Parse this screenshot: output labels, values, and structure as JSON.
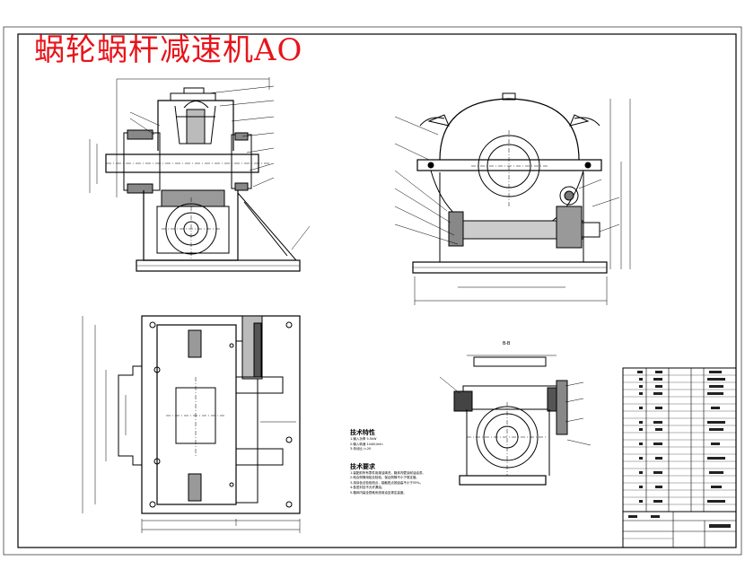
{
  "title": "蜗轮蜗杆减速机AO",
  "section_label": "B-B",
  "notes": {
    "heading_1": "技术特性",
    "items_1": [
      "1.输入功率 5.5kW",
      "2.输入转速 1440r/min",
      "3.传动比 i=20"
    ],
    "heading_2": "技术要求",
    "items_2": [
      "1.装配前所有零件用煤油清洗，箱体内壁涂耐油油漆。",
      "2.啮合侧隙用铅丝检验，保证侧隙不小于规定值。",
      "3.用涂色法检验斑点，接触斑点按齿高不小于55%。",
      "4.各密封处不允许漏油。",
      "5.箱体内装全损耗系统用油至规定高度。"
    ]
  },
  "colors": {
    "line": "#000000",
    "title": "#e8141b",
    "paper": "#ffffff"
  }
}
